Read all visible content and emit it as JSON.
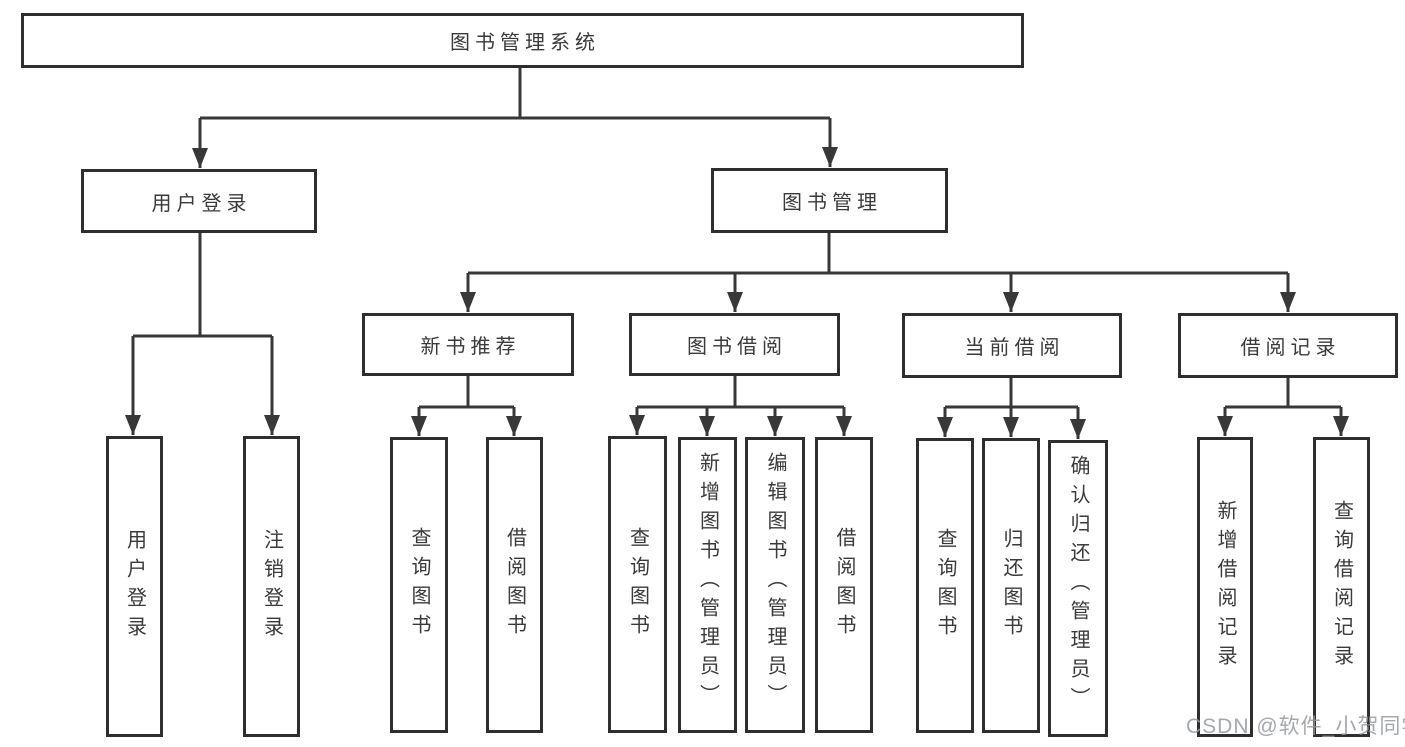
{
  "colors": {
    "line": "#383838",
    "border": "#2e2e2e",
    "text": "#3a3a3a",
    "background": "#ffffff",
    "watermark": "#949aa0"
  },
  "root": {
    "label": "图书管理系统"
  },
  "branches": [
    {
      "label": "用户登录",
      "children": [
        {
          "label": "用户登录"
        },
        {
          "label": "注销登录"
        }
      ]
    },
    {
      "label": "图书管理",
      "groups": [
        {
          "label": "新书推荐",
          "children": [
            {
              "label": "查询图书"
            },
            {
              "label": "借阅图书"
            }
          ]
        },
        {
          "label": "图书借阅",
          "children": [
            {
              "label": "查询图书"
            },
            {
              "label": "新增图书（管理员）"
            },
            {
              "label": "编辑图书（管理员）"
            },
            {
              "label": "借阅图书"
            }
          ]
        },
        {
          "label": "当前借阅",
          "children": [
            {
              "label": "查询图书"
            },
            {
              "label": "归还图书"
            },
            {
              "label": "确认归还（管理员）"
            }
          ]
        },
        {
          "label": "借阅记录",
          "children": [
            {
              "label": "新增借阅记录"
            },
            {
              "label": "查询借阅记录"
            }
          ]
        }
      ]
    }
  ],
  "watermark": {
    "text": "CSDN @软件_小贺同学"
  }
}
